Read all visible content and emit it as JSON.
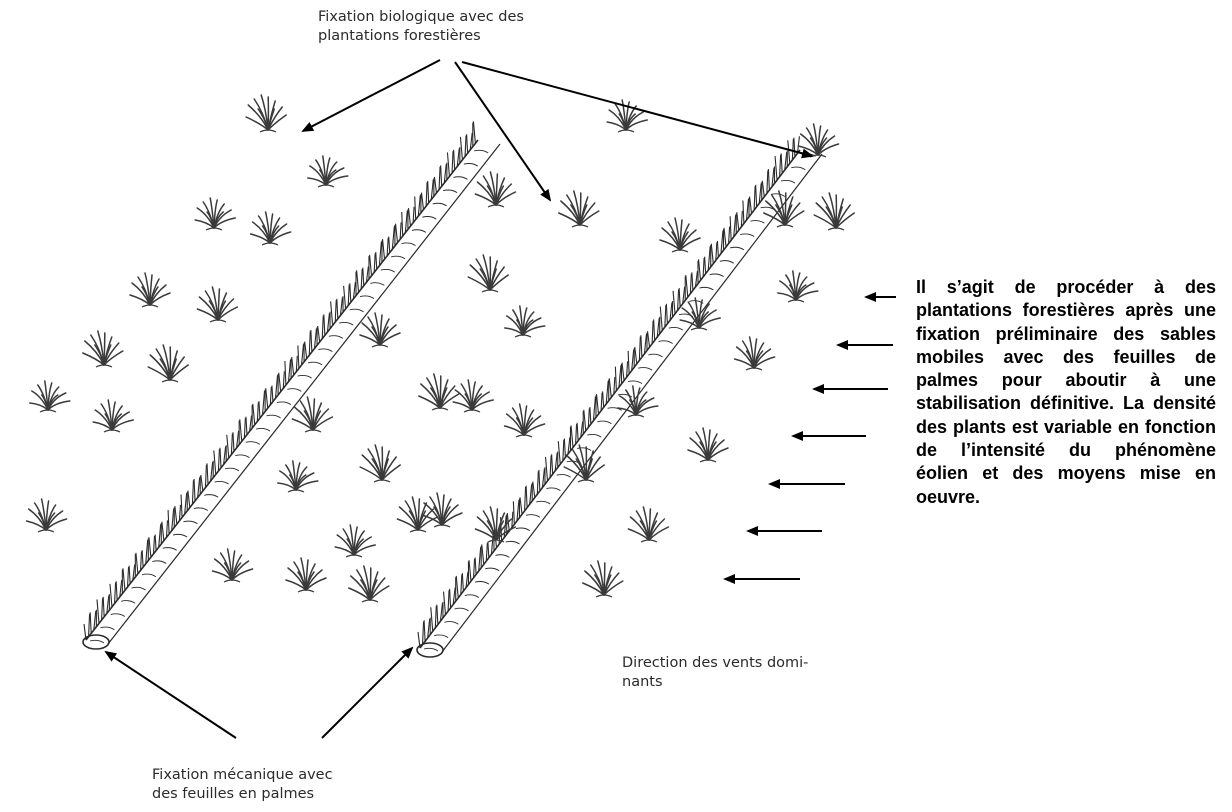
{
  "labels": {
    "biological": [
      "Fixation biologique avec des",
      "plantations forestières"
    ],
    "mechanical": [
      "Fixation mécanique avec",
      "des feuilles en palmes"
    ],
    "wind": [
      "Direction des vents domi-",
      "nants"
    ]
  },
  "description": "Il s’agit de procéder à des plantations forestières après une fixation préliminaire des sables mobiles avec des feuilles de palmes pour aboutir à une stabilisation définitive. La densité des plants est variable en fonction de l’intensité du phénomène éolien et des moyens mise en oeuvre.",
  "colors": {
    "ink": "#2a2a2a",
    "plant": "#3a3a3a",
    "arrow": "#000000"
  }
}
